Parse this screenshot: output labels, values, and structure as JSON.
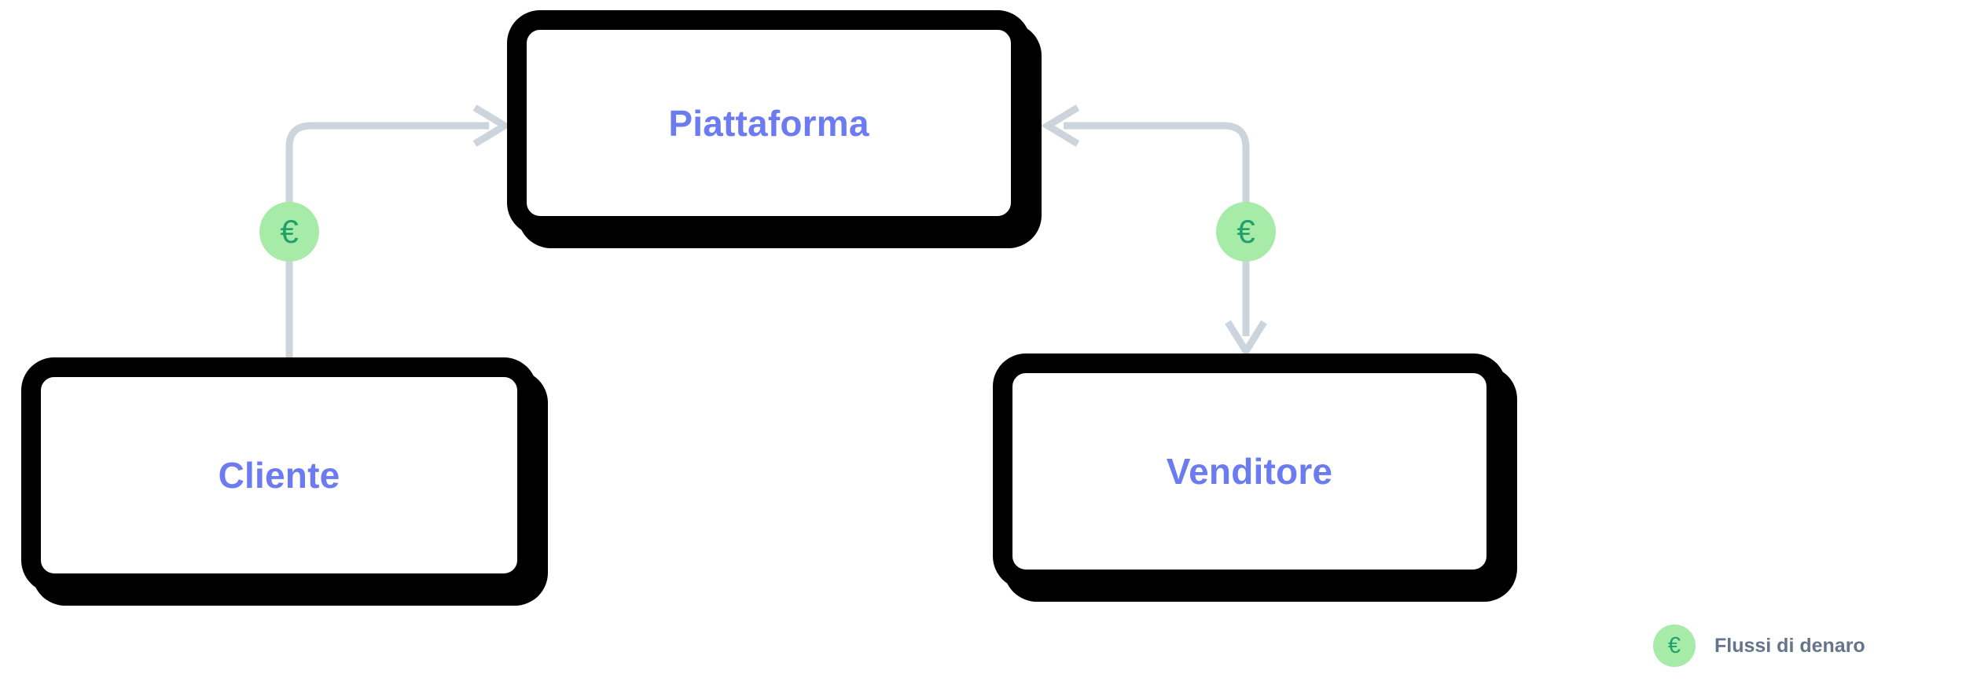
{
  "diagram": {
    "title": "Flussi di denaro",
    "nodes": [
      {
        "id": "piattaforma",
        "label": "Piattaforma"
      },
      {
        "id": "cliente",
        "label": "Cliente"
      },
      {
        "id": "venditore",
        "label": "Venditore"
      }
    ],
    "edges": [
      {
        "id": "cliente-to-piattaforma",
        "from": "cliente",
        "to": "piattaforma",
        "badge": "€",
        "badge_meaning": "money-flow",
        "arrow": "right"
      },
      {
        "id": "piattaforma-to-venditore",
        "from": "piattaforma",
        "to": "venditore",
        "badge": "€",
        "badge_meaning": "money-flow",
        "arrow": "down"
      }
    ],
    "legend": {
      "symbol": "€",
      "label": "Flussi di denaro"
    },
    "colors": {
      "node_border": "#000000",
      "node_fill": "#ffffff",
      "node_label": "#6c7cf0",
      "edge_line": "#ccd5dd",
      "badge_fill": "#a7eba8",
      "badge_symbol": "#22a06b",
      "legend_label": "#64748b",
      "background": "#ffffff"
    }
  }
}
